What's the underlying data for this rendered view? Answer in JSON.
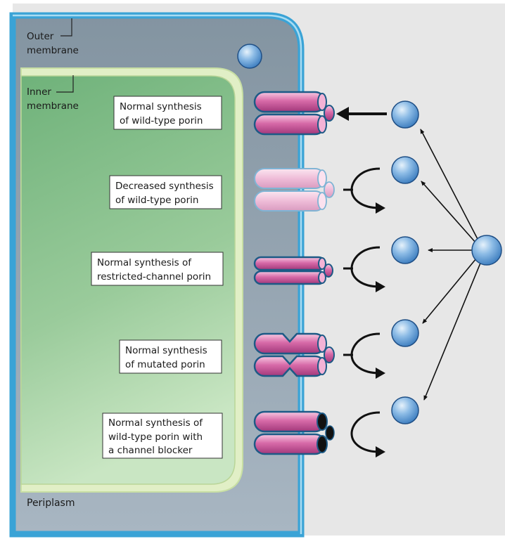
{
  "labels": {
    "outer_membrane": [
      "Outer",
      "membrane"
    ],
    "inner_membrane": [
      "Inner",
      "membrane"
    ],
    "periplasm": "Periplasm"
  },
  "mechanisms": [
    {
      "lines": [
        "Normal synthesis",
        "of wild-type porin"
      ],
      "porin": "wild-type",
      "outcome": "entry"
    },
    {
      "lines": [
        "Decreased synthesis",
        "of wild-type porin"
      ],
      "porin": "faded",
      "outcome": "deflected"
    },
    {
      "lines": [
        "Normal synthesis of",
        "restricted-channel porin"
      ],
      "porin": "narrow",
      "outcome": "deflected"
    },
    {
      "lines": [
        "Normal synthesis",
        "of mutated porin"
      ],
      "porin": "mutated",
      "outcome": "deflected"
    },
    {
      "lines": [
        "Normal synthesis of",
        "wild-type porin with",
        "a channel blocker"
      ],
      "porin": "blocked",
      "outcome": "deflected"
    }
  ],
  "colors": {
    "background": "#e7e7e7",
    "periplasm": "#8f9fab",
    "outer_membrane": "#4db3e0",
    "inner_membrane": "#dfeec3",
    "cytoplasm": "#8cc28f",
    "porin": "#d76aa8",
    "porin_faded": "#efbcd8",
    "antibiotic": "#6fa7dc"
  }
}
